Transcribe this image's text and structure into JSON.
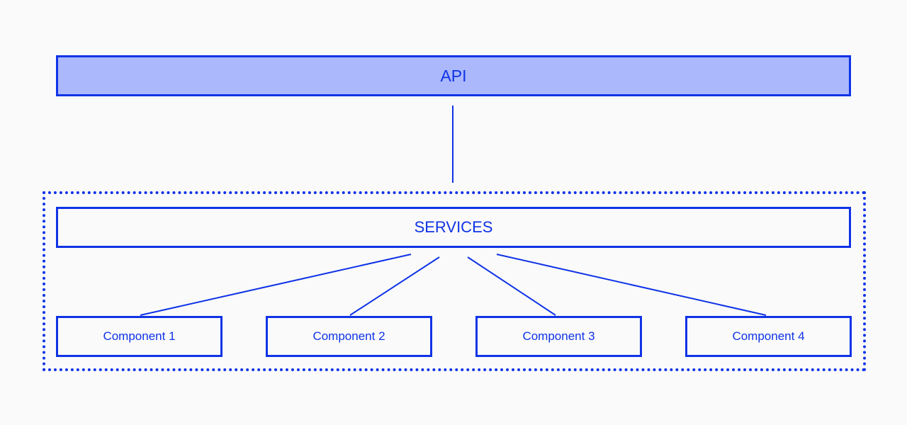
{
  "diagram": {
    "api_label": "API",
    "services_label": "SERVICES",
    "components": [
      {
        "label": "Component 1"
      },
      {
        "label": "Component 2"
      },
      {
        "label": "Component 3"
      },
      {
        "label": "Component 4"
      }
    ],
    "colors": {
      "stroke": "#0f33e6",
      "api_fill": "#abb8fb",
      "background": "#fafafa"
    }
  }
}
